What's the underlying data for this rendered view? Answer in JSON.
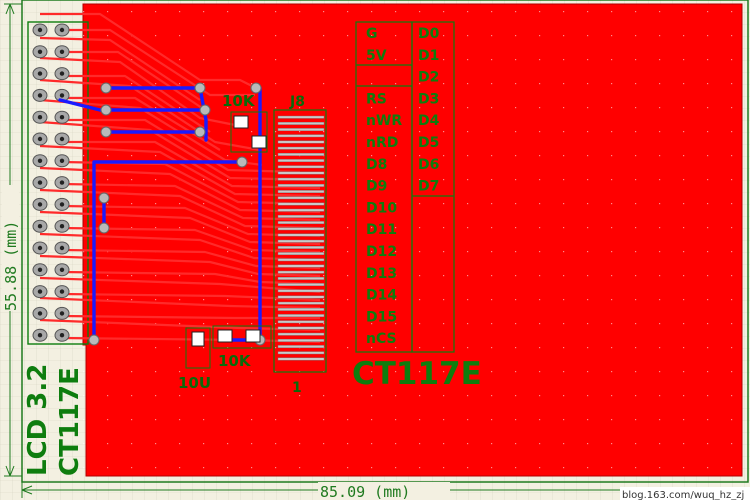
{
  "board": {
    "copper_color": "#ff0000",
    "trace_color": "#ff2a2a",
    "top_trace_color": "#1a1aff",
    "silk_color": "#0e7d0e",
    "background_color": "#f3f0e1"
  },
  "dimensions": {
    "vertical": "55.88 (mm)",
    "horizontal": "85.09 (mm)"
  },
  "title_label": {
    "line1": "LCD 3.2",
    "line2": "CT117E"
  },
  "components": {
    "connector": "J8",
    "connector_pin1": "1",
    "resistor_top": "10K",
    "resistor_bottom": "10K",
    "capacitor": "10U"
  },
  "pin_table": {
    "left_column": [
      "G",
      "5V",
      "",
      "RS",
      "nWR",
      "nRD",
      "D8",
      "D9",
      "D10",
      "D11",
      "D12",
      "D13",
      "D14",
      "D15",
      "nCS"
    ],
    "right_column": [
      "D0",
      "D1",
      "D2",
      "D3",
      "D4",
      "D5",
      "D6",
      "D7"
    ]
  },
  "board_name": "CT117E",
  "watermark": "blog.163.com/wuq_hz_zj"
}
